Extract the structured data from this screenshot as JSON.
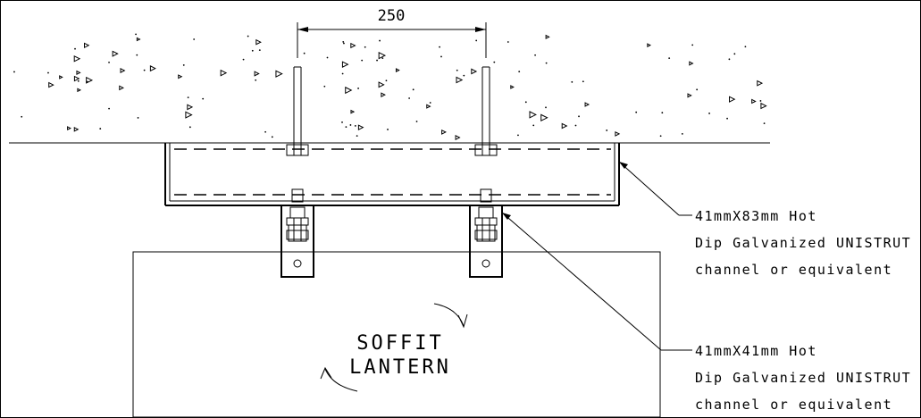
{
  "dimension": {
    "value": "250"
  },
  "lantern": {
    "line1": "SOFFIT",
    "line2": "LANTERN"
  },
  "callouts": [
    {
      "lines": [
        "41mmX83mm Hot",
        "Dip Galvanized UNISTRUT",
        "channel or equivalent"
      ]
    },
    {
      "lines": [
        "41mmX41mm Hot",
        "Dip Galvanized UNISTRUT",
        "channel or equivalent"
      ]
    }
  ],
  "colors": {
    "line": "#000000",
    "background": "#ffffff"
  }
}
